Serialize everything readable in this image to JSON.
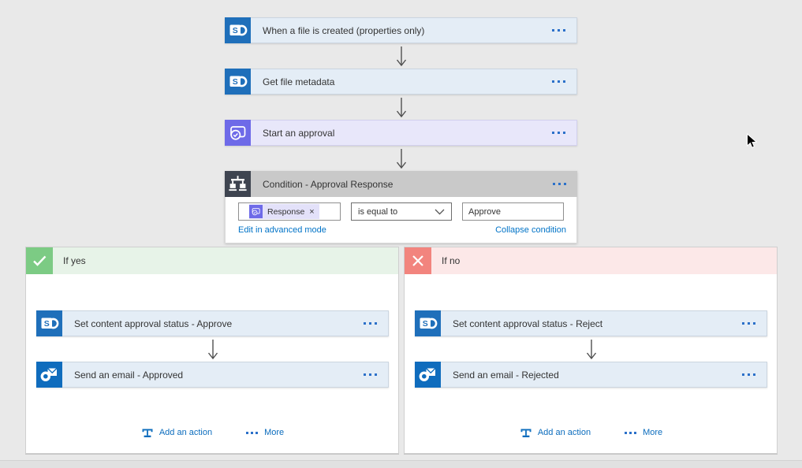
{
  "flow": {
    "trigger": {
      "title": "When a file is created (properties only)"
    },
    "get_metadata": {
      "title": "Get file metadata"
    },
    "approval": {
      "title": "Start an approval"
    },
    "condition": {
      "title": "Condition - Approval Response",
      "token_label": "Response",
      "token_remove": "×",
      "operator": "is equal to",
      "value": "Approve",
      "edit_advanced": "Edit in advanced mode",
      "collapse": "Collapse condition"
    },
    "branch_yes": {
      "label": "If yes",
      "card1": {
        "title": "Set content approval status - Approve"
      },
      "card2": {
        "title": "Send an email - Approved"
      },
      "add_action": "Add an action",
      "more": "More"
    },
    "branch_no": {
      "label": "If no",
      "card1": {
        "title": "Set content approval status - Reject"
      },
      "card2": {
        "title": "Send an email - Rejected"
      },
      "add_action": "Add an action",
      "more": "More"
    }
  },
  "icons": {
    "sharepoint": "sharepoint-icon",
    "approvals": "approvals-icon",
    "condition": "condition-branch-icon",
    "outlook": "outlook-icon",
    "yes": "check-icon",
    "no": "x-icon",
    "menu": "ellipsis-menu-icon",
    "add_action": "add-action-icon",
    "dropdown": "chevron-down-icon",
    "cursor": "mouse-cursor"
  },
  "colors": {
    "sharepoint_blue": "#1F6FBA",
    "outlook_blue": "#0F6CBD",
    "approvals_purple": "#6E6AE8",
    "condition_gray": "#3E4450",
    "yes_green": "#7CCB84",
    "no_red": "#F2847E",
    "link_blue": "#0173C7",
    "card_blue_bg": "#E4EDF6",
    "approval_card_bg": "#E8E7FA",
    "condition_header_bg": "#C9C9C9",
    "yes_header_bg": "#E7F3E8",
    "no_header_bg": "#FCE8E8",
    "canvas_bg": "#E9E9E9"
  }
}
